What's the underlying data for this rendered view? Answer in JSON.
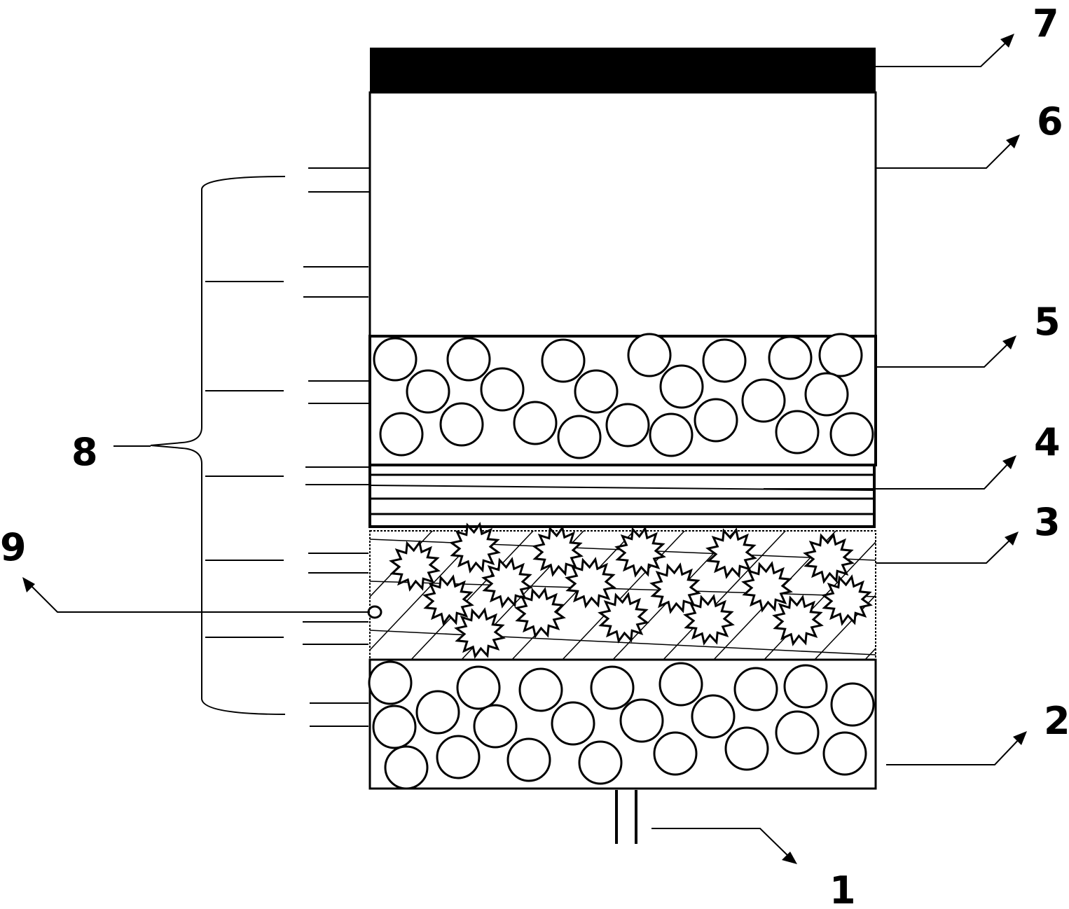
{
  "labels": {
    "l1": "1",
    "l2": "2",
    "l3": "3",
    "l4": "4",
    "l5": "5",
    "l6": "6",
    "l7": "7",
    "l8": "8",
    "l9": "9"
  },
  "colors": {
    "stroke": "#000000",
    "background": "#ffffff"
  }
}
